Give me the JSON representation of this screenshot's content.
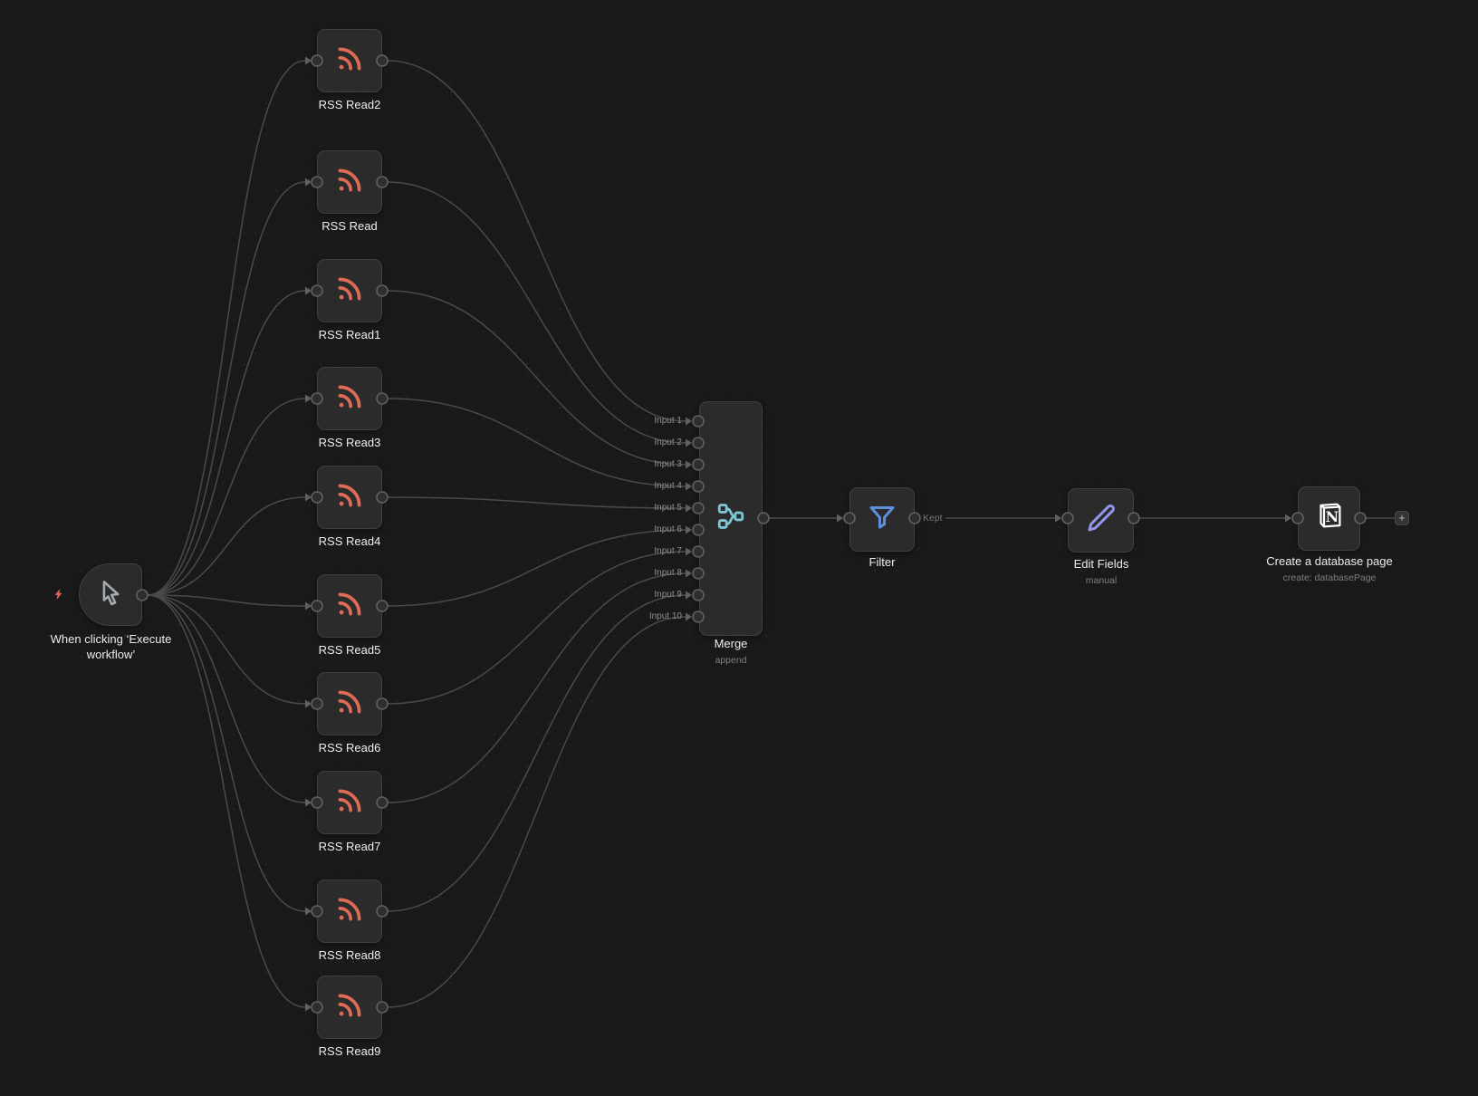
{
  "canvas": {
    "background_color": "#191919",
    "wire_color": "#4a4a4a",
    "node_fill": "#2b2b2b",
    "node_border": "#404040"
  },
  "workflow": {
    "trigger": {
      "label": "When clicking ‘Execute workflow’",
      "icon": "cursor-icon",
      "badge_icon": "lightning-bolt-icon",
      "badge_color": "#e0654d"
    },
    "rss_nodes": [
      {
        "label": "RSS Read2",
        "icon": "rss-icon"
      },
      {
        "label": "RSS Read",
        "icon": "rss-icon"
      },
      {
        "label": "RSS Read1",
        "icon": "rss-icon"
      },
      {
        "label": "RSS Read3",
        "icon": "rss-icon"
      },
      {
        "label": "RSS Read4",
        "icon": "rss-icon"
      },
      {
        "label": "RSS Read5",
        "icon": "rss-icon"
      },
      {
        "label": "RSS Read6",
        "icon": "rss-icon"
      },
      {
        "label": "RSS Read7",
        "icon": "rss-icon"
      },
      {
        "label": "RSS Read8",
        "icon": "rss-icon"
      },
      {
        "label": "RSS Read9",
        "icon": "rss-icon"
      }
    ],
    "merge": {
      "label": "Merge",
      "subtitle": "append",
      "icon": "merge-icon",
      "icon_color": "#7cc4d6",
      "inputs": [
        "Input 1",
        "Input 2",
        "Input 3",
        "Input 4",
        "Input 5",
        "Input 6",
        "Input 7",
        "Input 8",
        "Input 9",
        "Input 10"
      ]
    },
    "filter": {
      "label": "Filter",
      "output_label": "Kept",
      "icon": "filter-icon",
      "icon_color": "#5f8fdd"
    },
    "edit_fields": {
      "label": "Edit Fields",
      "subtitle": "manual",
      "icon": "pencil-icon",
      "icon_color": "#9496ee"
    },
    "notion": {
      "label": "Create a database page",
      "subtitle": "create: databasePage",
      "icon": "notion-icon",
      "icon_color": "#ffffff"
    },
    "add_node_button": {
      "label": "+",
      "icon": "plus-icon"
    },
    "rss_icon_color": "#dd6b56"
  }
}
